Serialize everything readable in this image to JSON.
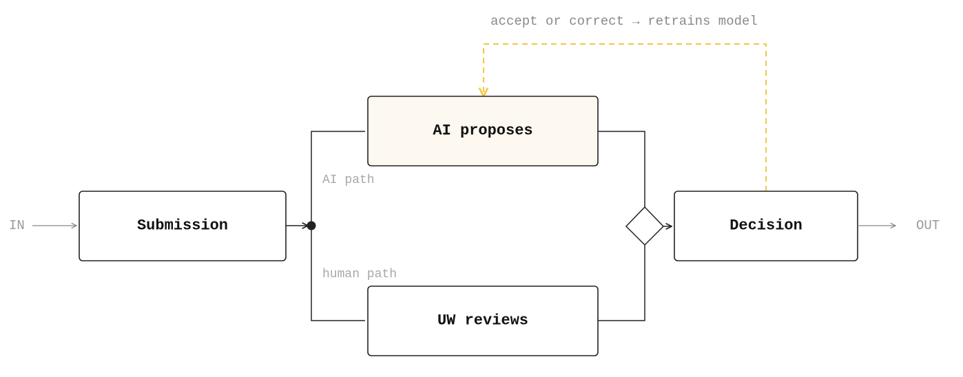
{
  "io": {
    "input_label": "IN",
    "output_label": "OUT"
  },
  "nodes": {
    "submission": "Submission",
    "ai_proposes": "AI proposes",
    "uw_reviews": "UW reviews",
    "decision": "Decision"
  },
  "paths": {
    "ai_path": "AI path",
    "human_path": "human path"
  },
  "feedback": {
    "label": "accept or correct → retrains model"
  },
  "colors": {
    "ai_node_fill": "#fdf8f0",
    "feedback_line": "#f2c94c",
    "node_stroke": "#222222",
    "muted_text": "#9a9a9a"
  }
}
